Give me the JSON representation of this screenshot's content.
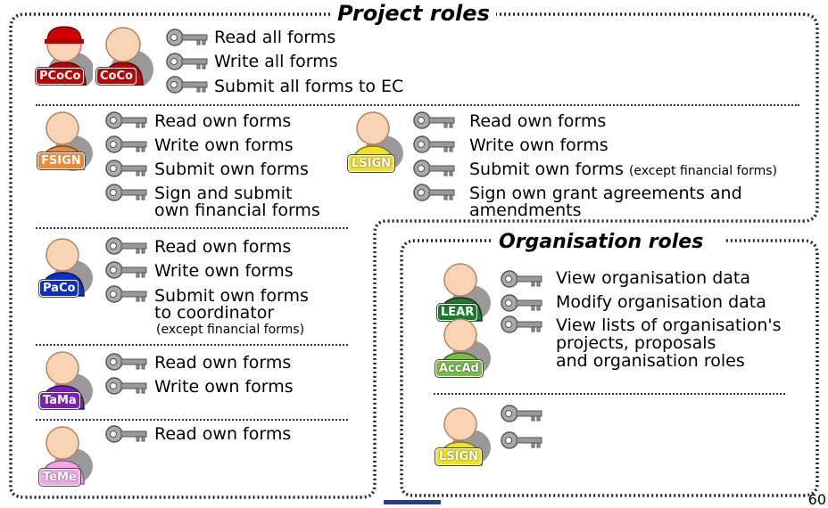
{
  "project_roles": {
    "title": "Project roles",
    "coordinators": {
      "badges": [
        "PCoCo",
        "CoCo"
      ],
      "permissions": [
        "Read all forms",
        "Write all forms",
        "Submit all forms to EC"
      ]
    },
    "fsign": {
      "badge": "FSIGN",
      "permissions": [
        "Read own forms",
        "Write own forms",
        "Submit own forms",
        "Sign and submit",
        "own financial forms"
      ]
    },
    "lsign": {
      "badge": "LSIGN",
      "permissions": [
        "Read own forms",
        "Write own forms",
        "Submit own forms",
        "(except financial forms)",
        "Sign own grant agreements and",
        "amendments"
      ]
    },
    "paco": {
      "badge": "PaCo",
      "permissions": [
        "Read own forms",
        "Write own forms",
        "Submit own forms",
        "to coordinator",
        "(except financial forms)"
      ]
    },
    "tama": {
      "badge": "TaMa",
      "permissions": [
        "Read own forms",
        "Write own forms"
      ]
    },
    "teme": {
      "badge": "TeMe",
      "permissions": [
        "Read own forms"
      ]
    }
  },
  "organisation_roles": {
    "title": "Organisation roles",
    "lear_accad": {
      "badges": [
        "LEAR",
        "AccAd"
      ],
      "permissions": [
        "View organisation data",
        "Modify organisation data",
        "View lists of organisation's",
        "projects, proposals",
        "and organisation roles"
      ]
    },
    "lsign": {
      "badge": "LSIGN"
    }
  },
  "page_number": "60",
  "colors": {
    "pcoco": "#c00000",
    "coco": "#c00000",
    "fsign": "#f0883a",
    "lsign": "#f2e21c",
    "paco": "#0a2ed0",
    "tama": "#7b1fb8",
    "teme": "#f5a6e8",
    "lear": "#1a7a2a",
    "accad": "#74c142"
  }
}
